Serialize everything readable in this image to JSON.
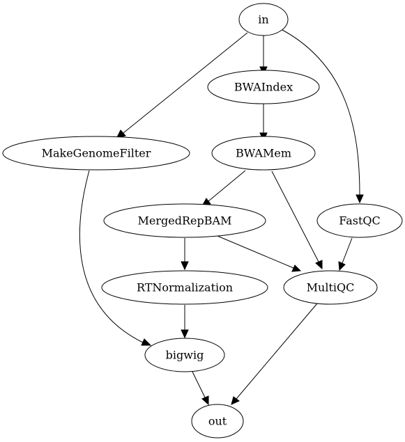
{
  "diagram": {
    "nodes": [
      {
        "id": "in",
        "label": "in"
      },
      {
        "id": "bwaindex",
        "label": "BWAIndex"
      },
      {
        "id": "makegenomefilter",
        "label": "MakeGenomeFilter"
      },
      {
        "id": "bwamem",
        "label": "BWAMem"
      },
      {
        "id": "mergedrepbam",
        "label": "MergedRepBAM"
      },
      {
        "id": "fastqc",
        "label": "FastQC"
      },
      {
        "id": "rtnormalization",
        "label": "RTNormalization"
      },
      {
        "id": "multiqc",
        "label": "MultiQC"
      },
      {
        "id": "bigwig",
        "label": "bigwig"
      },
      {
        "id": "out",
        "label": "out"
      }
    ],
    "edges": [
      {
        "from": "in",
        "to": "bwaindex"
      },
      {
        "from": "in",
        "to": "makegenomefilter"
      },
      {
        "from": "in",
        "to": "fastqc"
      },
      {
        "from": "bwaindex",
        "to": "bwamem"
      },
      {
        "from": "bwamem",
        "to": "mergedrepbam"
      },
      {
        "from": "bwamem",
        "to": "multiqc"
      },
      {
        "from": "makegenomefilter",
        "to": "bigwig"
      },
      {
        "from": "mergedrepbam",
        "to": "rtnormalization"
      },
      {
        "from": "mergedrepbam",
        "to": "multiqc"
      },
      {
        "from": "fastqc",
        "to": "multiqc"
      },
      {
        "from": "rtnormalization",
        "to": "bigwig"
      },
      {
        "from": "bigwig",
        "to": "out"
      },
      {
        "from": "multiqc",
        "to": "out"
      }
    ]
  }
}
